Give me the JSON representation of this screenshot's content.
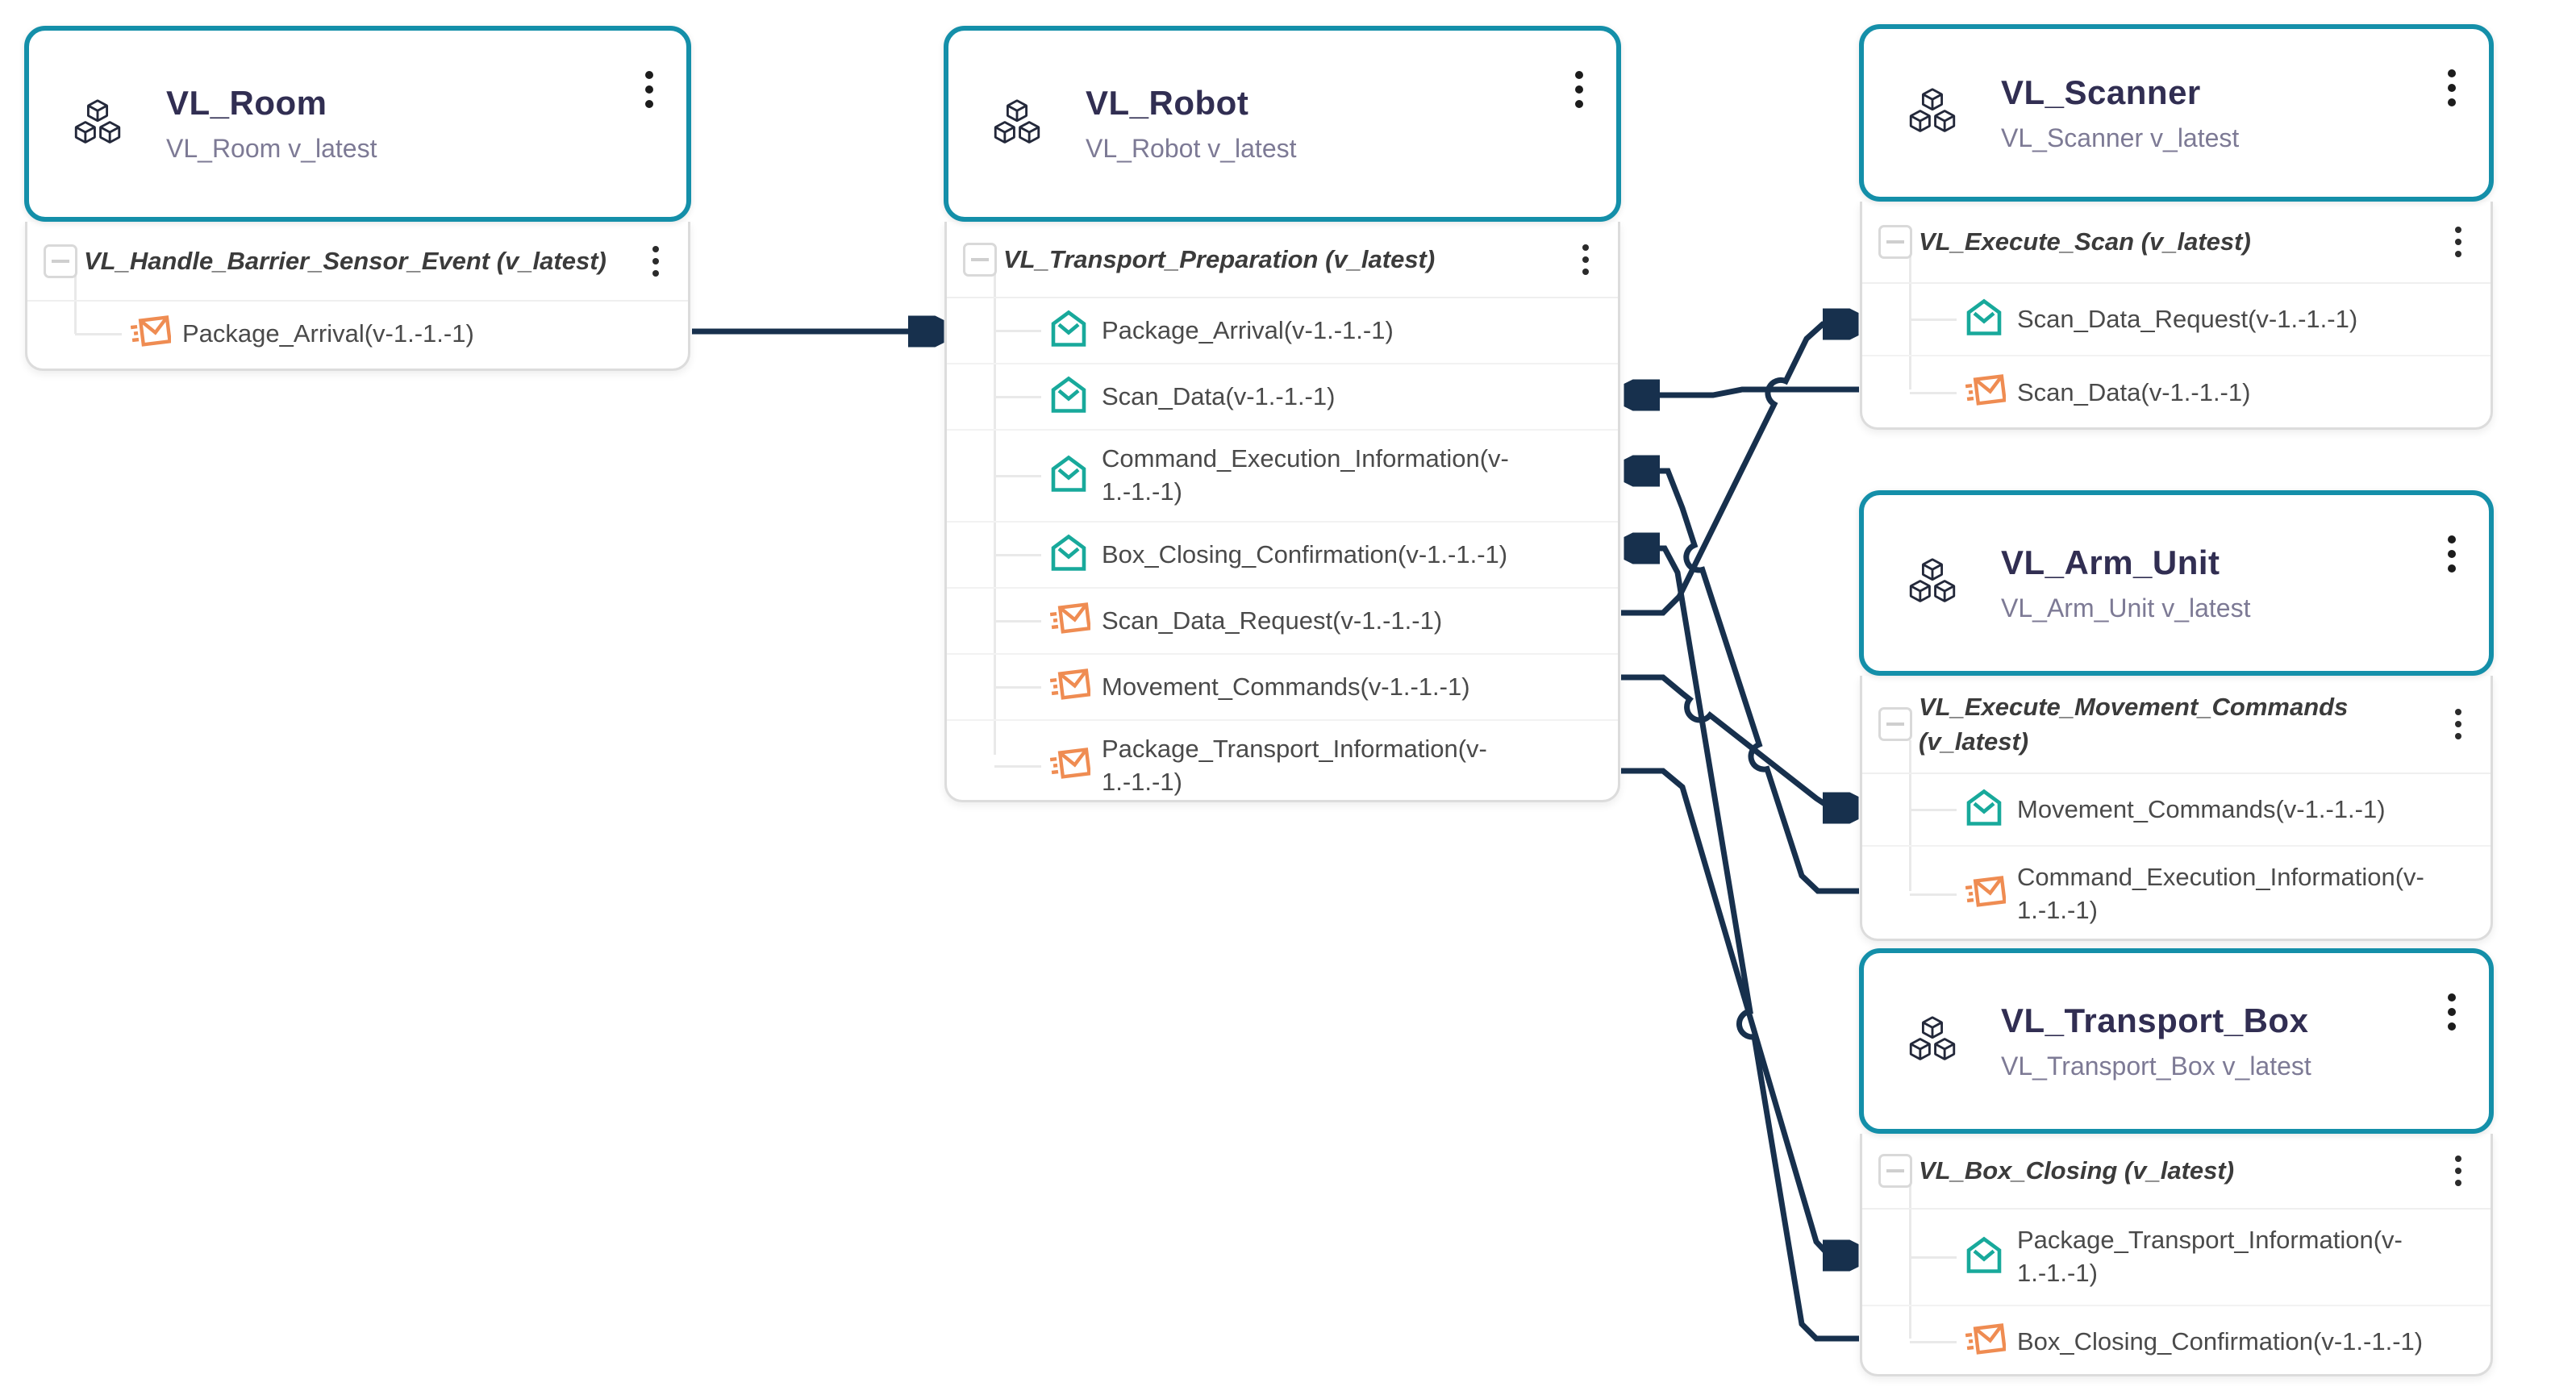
{
  "canvas": {
    "background": "#ffffff"
  },
  "colors": {
    "card_border_teal": "#148fa9",
    "title_navy": "#312e52",
    "subtitle_gray_purple": "#7d7a95",
    "section_text": "#3b3b3b",
    "item_text": "#4a4a4a",
    "receive_icon_teal": "#18a99b",
    "send_icon_orange": "#ef8c52",
    "connector_navy": "#17304d",
    "group_border": "#dcdcdc"
  },
  "icons": {
    "component": "cubes-icon",
    "receive_port": "receive-message-icon",
    "send_port": "send-message-icon",
    "menu": "kebab-menu-icon",
    "collapse": "collapse-minus-icon"
  },
  "components": [
    {
      "title": "VL_Room",
      "subtitle": "VL_Room v_latest",
      "sections": [
        {
          "title": "VL_Handle_Barrier_Sensor_Event (v_latest)",
          "items": [
            {
              "label": "Package_Arrival(v-1.-1.-1)",
              "direction": "out"
            }
          ]
        }
      ]
    },
    {
      "title": "VL_Robot",
      "subtitle": "VL_Robot v_latest",
      "sections": [
        {
          "title": "VL_Transport_Preparation (v_latest)",
          "items": [
            {
              "label": "Package_Arrival(v-1.-1.-1)",
              "direction": "in"
            },
            {
              "label": "Scan_Data(v-1.-1.-1)",
              "direction": "in"
            },
            {
              "label": "Command_Execution_Information(v-1.-1.-1)",
              "direction": "in"
            },
            {
              "label": "Box_Closing_Confirmation(v-1.-1.-1)",
              "direction": "in"
            },
            {
              "label": "Scan_Data_Request(v-1.-1.-1)",
              "direction": "out"
            },
            {
              "label": "Movement_Commands(v-1.-1.-1)",
              "direction": "out"
            },
            {
              "label": "Package_Transport_Information(v-1.-1.-1)",
              "direction": "out"
            }
          ]
        }
      ]
    },
    {
      "title": "VL_Scanner",
      "subtitle": "VL_Scanner v_latest",
      "sections": [
        {
          "title": "VL_Execute_Scan (v_latest)",
          "items": [
            {
              "label": "Scan_Data_Request(v-1.-1.-1)",
              "direction": "in"
            },
            {
              "label": "Scan_Data(v-1.-1.-1)",
              "direction": "out"
            }
          ]
        }
      ]
    },
    {
      "title": "VL_Arm_Unit",
      "subtitle": "VL_Arm_Unit v_latest",
      "sections": [
        {
          "title": "VL_Execute_Movement_Commands (v_latest)",
          "items": [
            {
              "label": "Movement_Commands(v-1.-1.-1)",
              "direction": "in"
            },
            {
              "label": "Command_Execution_Information(v-1.-1.-1)",
              "direction": "out"
            }
          ]
        }
      ]
    },
    {
      "title": "VL_Transport_Box",
      "subtitle": "VL_Transport_Box v_latest",
      "sections": [
        {
          "title": "VL_Box_Closing (v_latest)",
          "items": [
            {
              "label": "Package_Transport_Information(v-1.-1.-1)",
              "direction": "in"
            },
            {
              "label": "Box_Closing_Confirmation(v-1.-1.-1)",
              "direction": "out"
            }
          ]
        }
      ]
    }
  ],
  "connections": [
    {
      "from": "VL_Room.Package_Arrival",
      "to": "VL_Robot.Package_Arrival"
    },
    {
      "from": "VL_Scanner.Scan_Data",
      "to": "VL_Robot.Scan_Data"
    },
    {
      "from": "VL_Robot.Scan_Data_Request",
      "to": "VL_Scanner.Scan_Data_Request"
    },
    {
      "from": "VL_Robot.Movement_Commands",
      "to": "VL_Arm_Unit.Movement_Commands"
    },
    {
      "from": "VL_Arm_Unit.Command_Execution_Information",
      "to": "VL_Robot.Command_Execution_Information"
    },
    {
      "from": "VL_Robot.Package_Transport_Information",
      "to": "VL_Transport_Box.Package_Transport_Information"
    },
    {
      "from": "VL_Transport_Box.Box_Closing_Confirmation",
      "to": "VL_Robot.Box_Closing_Confirmation"
    }
  ]
}
